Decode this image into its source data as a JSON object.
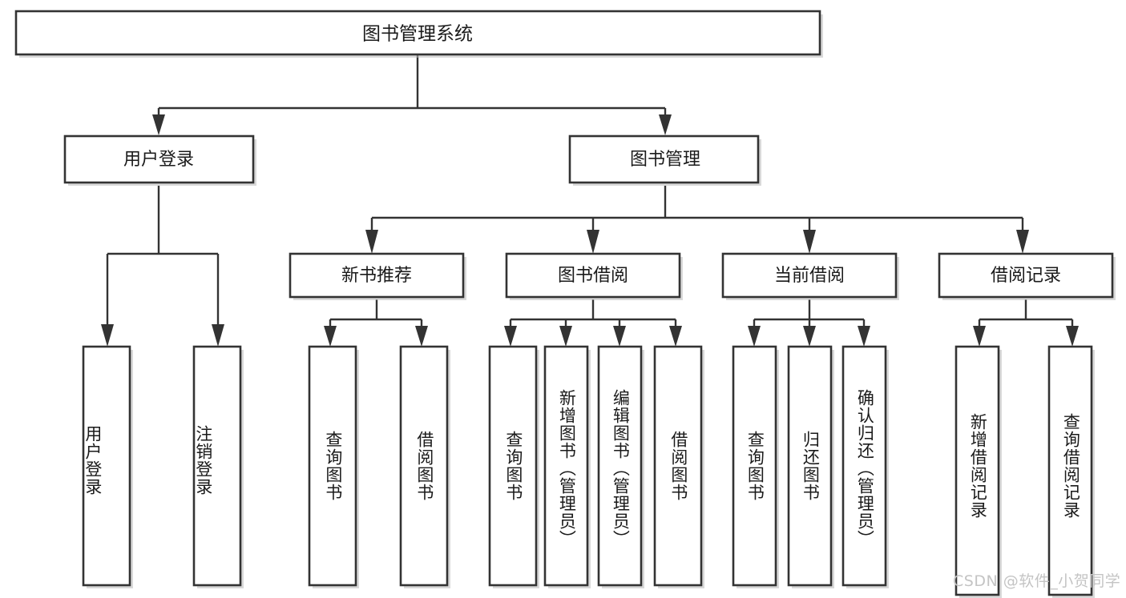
{
  "diagram": {
    "type": "tree",
    "title": "图书管理系统",
    "orientation": "top-down",
    "colors": {
      "box_stroke": "#333333",
      "box_fill": "#ffffff",
      "text": "#1a1a1a",
      "connector": "#333333",
      "watermark": "#c4c4c4",
      "background": "#ffffff"
    },
    "root": {
      "label": "图书管理系统",
      "level": 0
    },
    "level1": [
      {
        "label": "用户登录"
      },
      {
        "label": "图书管理"
      }
    ],
    "level2": [
      {
        "label": "新书推荐",
        "parent": "图书管理"
      },
      {
        "label": "图书借阅",
        "parent": "图书管理"
      },
      {
        "label": "当前借阅",
        "parent": "图书管理"
      },
      {
        "label": "借阅记录",
        "parent": "图书管理"
      }
    ],
    "leaves": {
      "user_login": [
        {
          "label": "用户登录"
        },
        {
          "label": "注销登录"
        }
      ],
      "new_book_recommend": [
        {
          "label": "查询图书"
        },
        {
          "label": "借阅图书"
        }
      ],
      "book_borrow": [
        {
          "label": "查询图书"
        },
        {
          "label": "新增图书（管理员）"
        },
        {
          "label": "编辑图书（管理员）"
        },
        {
          "label": "借阅图书"
        }
      ],
      "current_borrow": [
        {
          "label": "查询图书"
        },
        {
          "label": "归还图书"
        },
        {
          "label": "确认归还（管理员）"
        }
      ],
      "borrow_record": [
        {
          "label": "新增借阅记录"
        },
        {
          "label": "查询借阅记录"
        }
      ]
    }
  },
  "watermark": {
    "text": "CSDN @软件_小贺同学"
  }
}
